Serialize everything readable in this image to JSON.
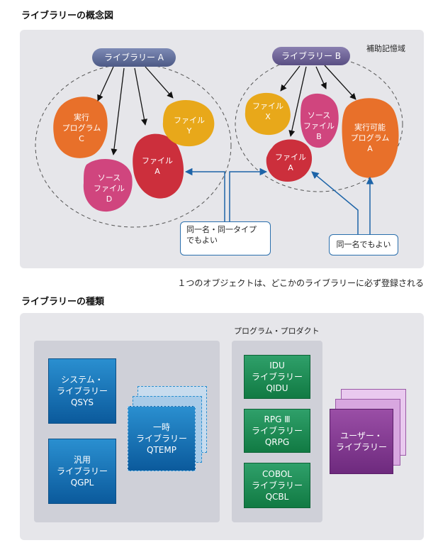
{
  "section1": {
    "title": "ライブラリーの概念図",
    "storage_label": "補助記憶域",
    "library_a": "ライブラリー A",
    "library_b": "ライブラリー B",
    "blobs_a": [
      {
        "lines": [
          "実行",
          "プログラム",
          "C"
        ],
        "color": "#e8702a"
      },
      {
        "lines": [
          "ソース",
          "ファイル",
          "D"
        ],
        "color": "#d0457e"
      },
      {
        "lines": [
          "ファイル",
          "A"
        ],
        "color": "#cc2f3c"
      },
      {
        "lines": [
          "ファイル",
          "Y"
        ],
        "color": "#e8a81a"
      }
    ],
    "blobs_b": [
      {
        "lines": [
          "ファイル",
          "X"
        ],
        "color": "#e8a81a"
      },
      {
        "lines": [
          "ソース",
          "ファイル",
          "B"
        ],
        "color": "#d0457e"
      },
      {
        "lines": [
          "実行可能",
          "プログラム",
          "A"
        ],
        "color": "#e8702a"
      },
      {
        "lines": [
          "ファイル",
          "A"
        ],
        "color": "#cc2f3c"
      }
    ],
    "callout_1": [
      "同一名・同一タイプ",
      "でもよい"
    ],
    "callout_2": "同一名でもよい",
    "footnote": "１つのオブジェクトは、どこかのライブラリーに必ず登録される"
  },
  "section2": {
    "title": "ライブラリーの種類",
    "product_label": "プログラム・プロダクト",
    "system_library": "システム・\nライブラリー\nQSYS",
    "general_library": "汎用\nライブラリー\nQGPL",
    "temp_library": "一時\nライブラリー\nQTEMP",
    "product_libraries": [
      "IDU\nライブラリー\nQIDU",
      "RPG Ⅲ\nライブラリー\nQRPG",
      "COBOL\nライブラリー\nQCBL"
    ],
    "user_library": "ユーザー・\nライブラリー"
  }
}
